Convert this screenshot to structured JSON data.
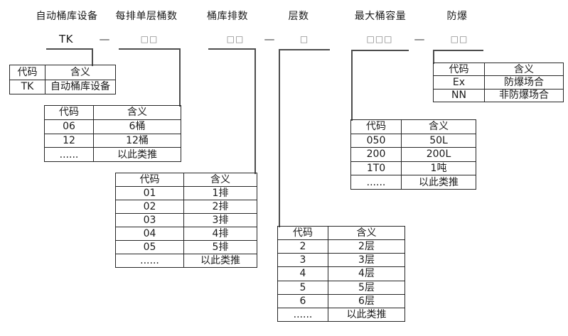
{
  "colors": {
    "background": "#ffffff",
    "text": "#1a1a1a",
    "table_border": "#262626",
    "connector_line": "#4d4d4d",
    "placeholder_box": "#7d7d7d"
  },
  "fields": [
    {
      "label": "自动桶库设备",
      "code": "TK"
    },
    {
      "label": "每排单层桶数",
      "code": "□□"
    },
    {
      "label": "桶库排数",
      "code": "□□"
    },
    {
      "label": "层数",
      "code": "□"
    },
    {
      "label": "最大桶容量",
      "code": "□□□"
    },
    {
      "label": "防爆",
      "code": "□□"
    }
  ],
  "separator": "—",
  "columns": [
    "代码",
    "含义"
  ],
  "tables": {
    "device": {
      "rows": [
        [
          "TK",
          "自动桶库设备"
        ]
      ]
    },
    "barrels_per_layer_row": {
      "rows": [
        [
          "06",
          "6桶"
        ],
        [
          "12",
          "12桶"
        ],
        [
          "......",
          "以此类推"
        ]
      ]
    },
    "row_count": {
      "rows": [
        [
          "01",
          "1排"
        ],
        [
          "02",
          "2排"
        ],
        [
          "03",
          "3排"
        ],
        [
          "04",
          "4排"
        ],
        [
          "05",
          "5排"
        ],
        [
          "......",
          "以此类推"
        ]
      ]
    },
    "layer_count": {
      "rows": [
        [
          "2",
          "2层"
        ],
        [
          "3",
          "3层"
        ],
        [
          "4",
          "4层"
        ],
        [
          "5",
          "5层"
        ],
        [
          "6",
          "6层"
        ],
        [
          "......",
          "以此类推"
        ]
      ]
    },
    "max_capacity": {
      "rows": [
        [
          "050",
          "50L"
        ],
        [
          "200",
          "200L"
        ],
        [
          "1T0",
          "1吨"
        ],
        [
          "......",
          "以此类推"
        ]
      ]
    },
    "explosion_proof": {
      "rows": [
        [
          "Ex",
          "防爆场合"
        ],
        [
          "NN",
          "非防爆场合"
        ]
      ]
    }
  }
}
